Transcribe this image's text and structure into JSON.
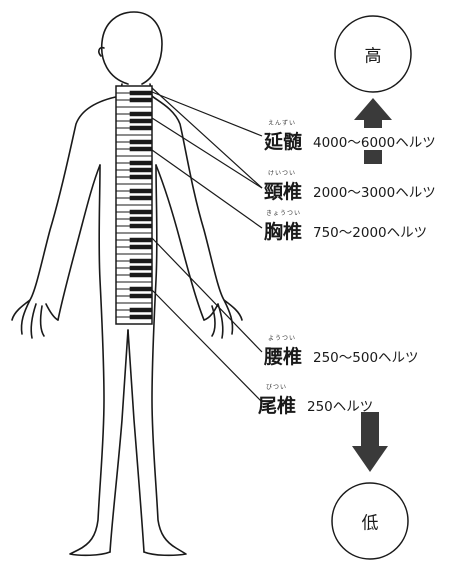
{
  "scale": {
    "high_label": "高",
    "low_label": "低"
  },
  "vertebrae": [
    {
      "ruby": "えんずい",
      "name": "延髄",
      "frequency": "4000〜6000ヘルツ"
    },
    {
      "ruby": "けいつい",
      "name": "頸椎",
      "frequency": "2000〜3000ヘルツ"
    },
    {
      "ruby": "きょうつい",
      "name": "胸椎",
      "frequency": "750〜2000ヘルツ"
    },
    {
      "ruby": "ようつい",
      "name": "腰椎",
      "frequency": "250〜500ヘルツ"
    },
    {
      "ruby": "びつい",
      "name": "尾椎",
      "frequency": "250ヘルツ"
    }
  ],
  "colors": {
    "ink": "#1a1a1a",
    "arrow": "#3a3a3a",
    "background": "#ffffff"
  },
  "icons": {
    "figure": "human-body-outline",
    "keyboard": "piano-keyboard-spine",
    "arrow_up": "up-arrow",
    "arrow_down": "down-arrow"
  }
}
